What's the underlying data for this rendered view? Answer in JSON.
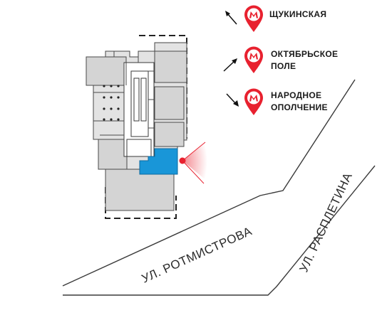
{
  "streets": {
    "rotmistrova": "УЛ. РОТМИСТРОВА",
    "rasplletina": "УЛ. РАСПЛЕТИНА"
  },
  "metro": [
    {
      "line1": "ЩУКИНСКАЯ",
      "line2": "",
      "icon": "metro-m-icon",
      "direction": "north-west"
    },
    {
      "line1": "ОКТЯБРЬСКОЕ",
      "line2": "ПОЛЕ",
      "icon": "metro-m-icon",
      "direction": "north-east"
    },
    {
      "line1": "НАРОДНОЕ",
      "line2": "ОПОЛЧЕНИЕ",
      "icon": "metro-m-icon",
      "direction": "south-east"
    }
  ],
  "colors": {
    "metro_red": "#e8212f",
    "highlight_unit": "#1996d8",
    "building_fill": "#e3e3e3",
    "view_marker": "#e8212f"
  }
}
